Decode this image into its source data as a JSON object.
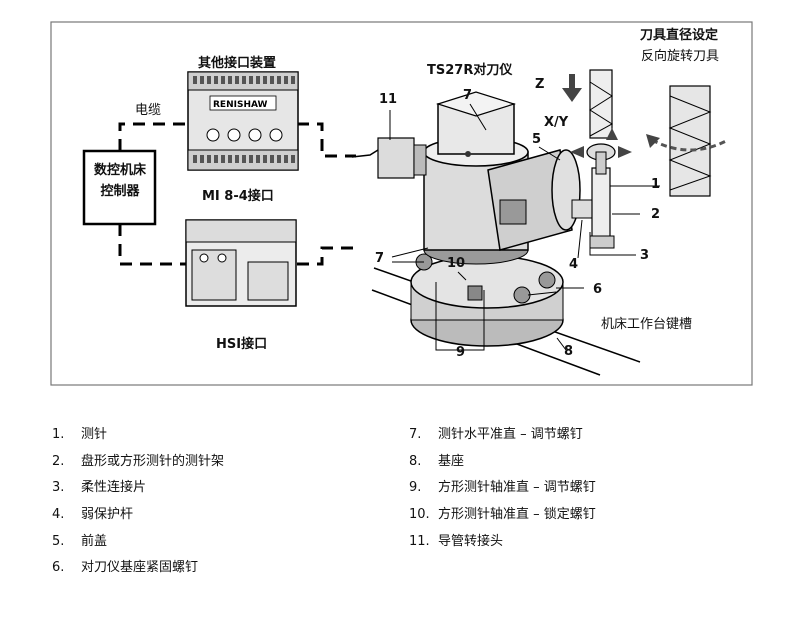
{
  "diagram": {
    "top_right_title": "刀具直径设定",
    "top_right_subtitle": "反向旋转刀具",
    "device_label": "TS27R对刀仪",
    "other_interface_label": "其他接口装置",
    "cable_label": "电缆",
    "cnc_controller_label": "数控机床\n控制器",
    "mi84_label": "MI 8-4接口",
    "hsi_label": "HSI接口",
    "z_label": "Z",
    "xy_label": "X/Y",
    "table_slot_label": "机床工作台键槽",
    "callouts": [
      "11",
      "7",
      "5",
      "1",
      "2",
      "3",
      "4",
      "7",
      "10",
      "6",
      "9",
      "8"
    ],
    "mi84_brand": "RENISHAW"
  },
  "legend": {
    "left": [
      {
        "num": "1.",
        "text": "测针"
      },
      {
        "num": "2.",
        "text": "盘形或方形测针的测针架"
      },
      {
        "num": "3.",
        "text": "柔性连接片"
      },
      {
        "num": "4.",
        "text": "弱保护杆"
      },
      {
        "num": "5.",
        "text": "前盖"
      },
      {
        "num": "6.",
        "text": "对刀仪基座紧固螺钉"
      }
    ],
    "right": [
      {
        "num": "7.",
        "text": "测针水平准直 – 调节螺钉"
      },
      {
        "num": "8.",
        "text": "基座"
      },
      {
        "num": "9.",
        "text": "方形测针轴准直 – 调节螺钉"
      },
      {
        "num": "10.",
        "text": "方形测针轴准直 – 锁定螺钉"
      },
      {
        "num": "11.",
        "text": "导管转接头"
      }
    ]
  }
}
